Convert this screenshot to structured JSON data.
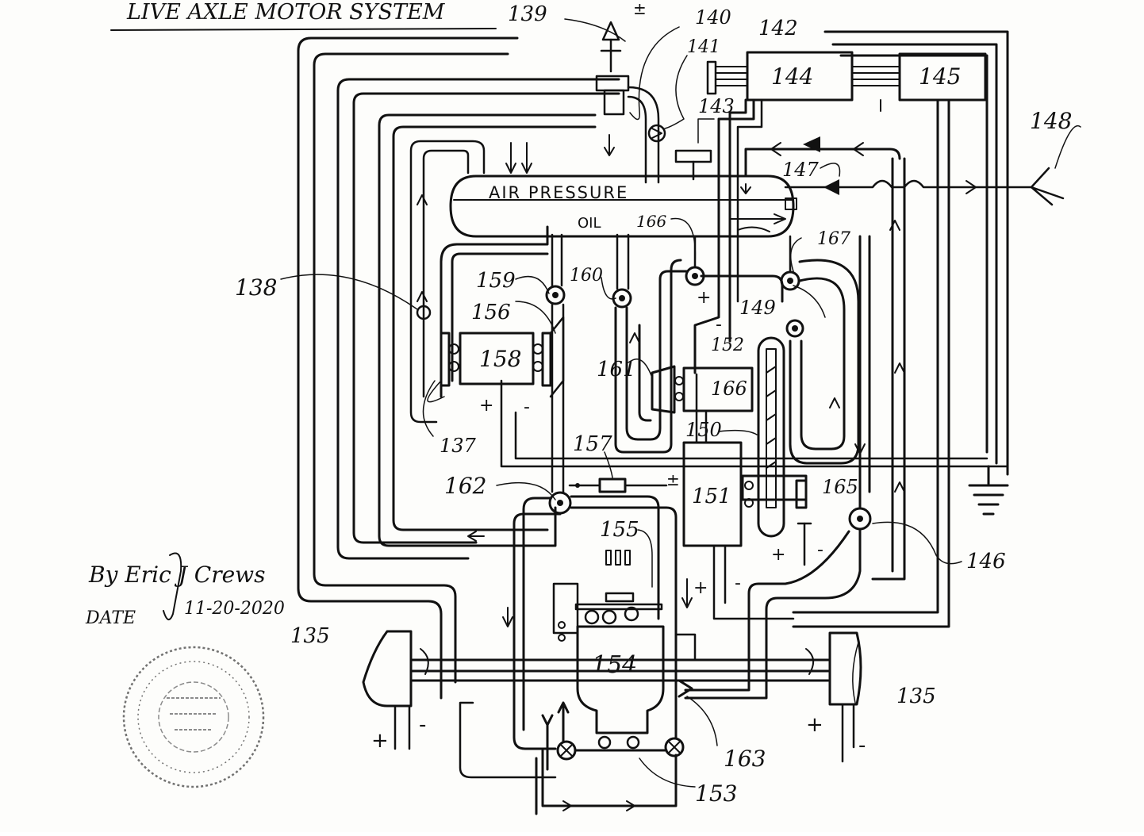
{
  "title": "LIVE AXLE MOTOR SYSTEM",
  "tank": {
    "label": "AIR PRESSURE",
    "oil_label": "OIL"
  },
  "signature": {
    "author": "By Eric J Crews",
    "date_label": "DATE",
    "date_value": "11-20-2020"
  },
  "stamp": "seal",
  "components": {
    "c135": "135",
    "c135b": "135",
    "c137": "137",
    "c138": "138",
    "c139": "139",
    "c140": "140",
    "c141": "141",
    "c142": "142",
    "c143": "143",
    "c144": "144",
    "c145": "145",
    "c146": "146",
    "c147": "147",
    "c148": "148",
    "c149": "149",
    "c150": "150",
    "c151": "151",
    "c152": "152",
    "c153": "153",
    "c154": "154",
    "c155": "155",
    "c156": "156",
    "c157": "157",
    "c158": "158",
    "c159": "159",
    "c160": "160",
    "c161": "161",
    "c162": "162",
    "c163": "163",
    "c165": "165",
    "c166a": "166",
    "c166b": "166",
    "c167": "167"
  },
  "polarity": {
    "plus": "+",
    "minus": "-",
    "plusminus": "±"
  }
}
